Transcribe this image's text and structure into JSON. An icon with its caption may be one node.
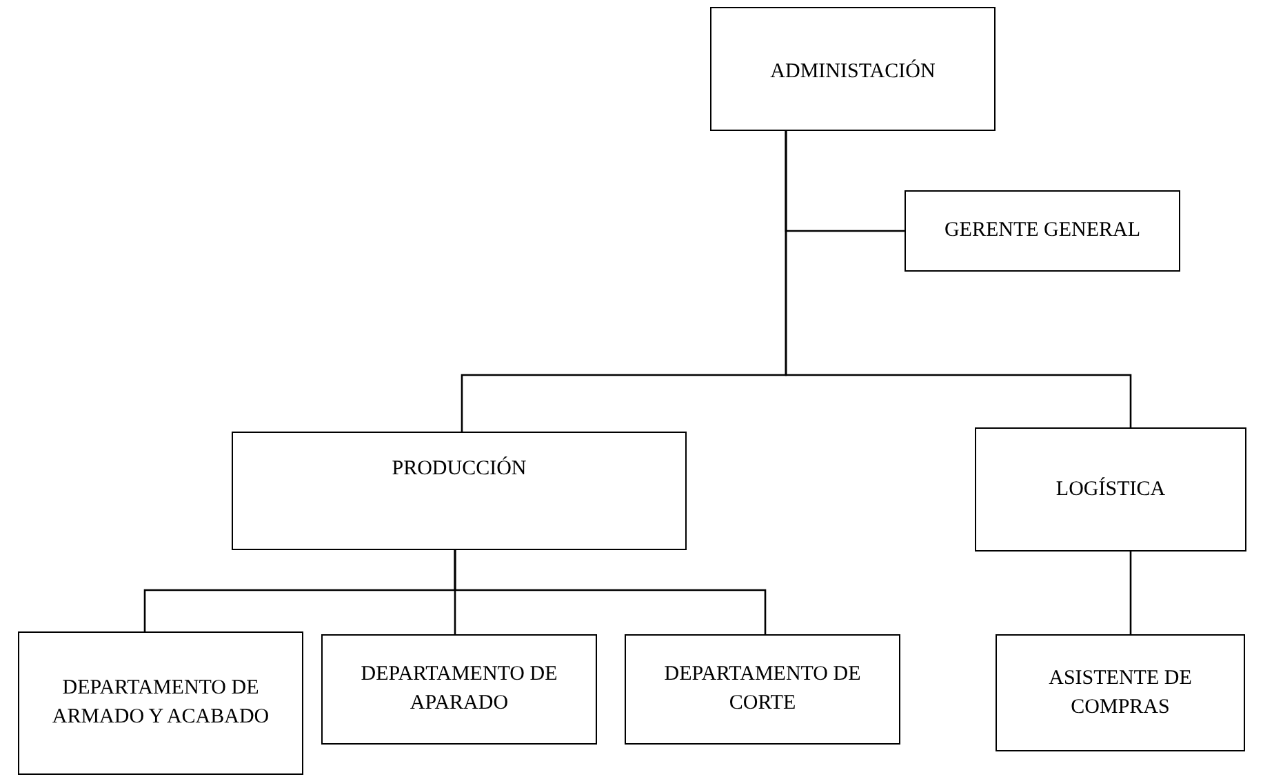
{
  "diagram": {
    "nodes": [
      {
        "text": [
          "ADMINISTACIÓN"
        ]
      },
      {
        "text": [
          "GERENTE GENERAL"
        ]
      },
      {
        "text": [
          "PRODUCCIÓN"
        ]
      },
      {
        "text": [
          "LOGÍSTICA"
        ]
      },
      {
        "text": [
          "DEPARTAMENTO DE ARMADO Y ACABADO"
        ]
      },
      {
        "text": [
          "DEPARTAMENTO DE APARADO"
        ]
      },
      {
        "text": [
          "DEPARTAMENTO DE CORTE"
        ]
      },
      {
        "text": [
          "ASISTENTE DE COMPRAS"
        ]
      }
    ],
    "edges": [
      {
        "from": 0,
        "to": 1,
        "arrow": "none"
      },
      {
        "from": 0,
        "to": 2,
        "arrow": "none"
      },
      {
        "from": 0,
        "to": 3,
        "arrow": "none"
      },
      {
        "from": 2,
        "to": 4,
        "arrow": "none"
      },
      {
        "from": 2,
        "to": 5,
        "arrow": "none"
      },
      {
        "from": 2,
        "to": 6,
        "arrow": "none"
      },
      {
        "from": 3,
        "to": 7,
        "arrow": "none"
      }
    ]
  }
}
